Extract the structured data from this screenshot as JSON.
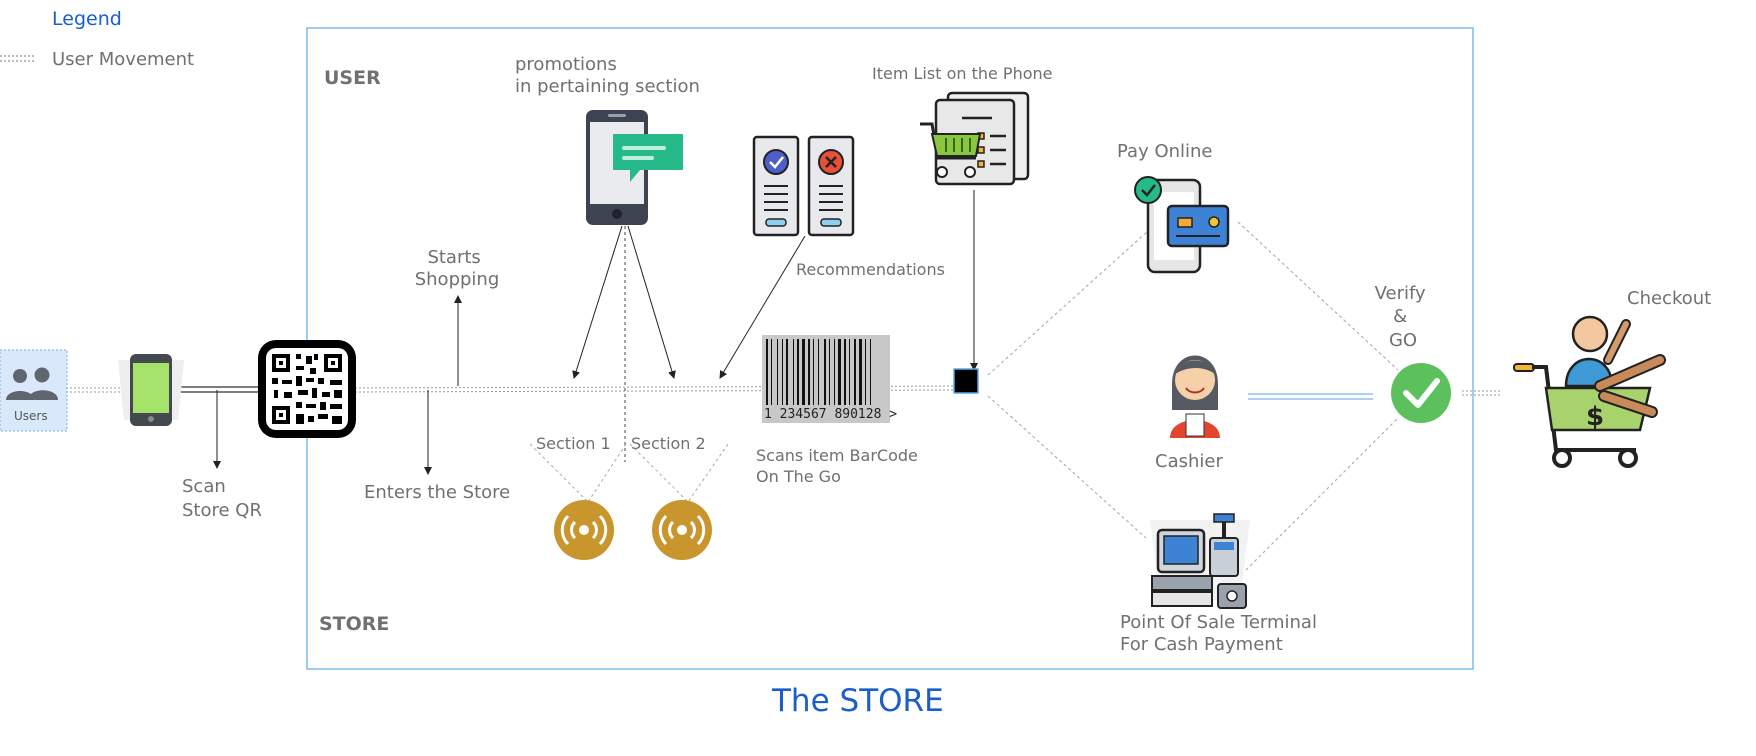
{
  "legend": {
    "title": "Legend",
    "user_movement": "User Movement"
  },
  "store": {
    "title": "The STORE",
    "zone_user": "USER",
    "zone_store": "STORE"
  },
  "actors": {
    "users_caption": "Users"
  },
  "steps": {
    "scan_qr": [
      "Scan",
      "Store QR"
    ],
    "enters_store": "Enters the Store",
    "starts_shopping": [
      "Starts",
      "Shopping"
    ],
    "promotions": [
      "promotions",
      "in pertaining section"
    ],
    "recommendations": "Recommendations",
    "item_list": "Item List on the Phone",
    "section_1": "Section 1",
    "section_2": "Section 2",
    "scans_barcode": [
      "Scans item BarCode",
      "On The Go"
    ],
    "barcode_digits": "1 234567 890128 >",
    "pay_online": "Pay Online",
    "cashier": "Cashier",
    "pos_terminal": [
      "Point Of Sale Terminal",
      "For Cash Payment"
    ],
    "verify": [
      "Verify",
      "&",
      "GO"
    ],
    "checkout": "Checkout"
  },
  "colors": {
    "frame": "#5aa9e6",
    "title_blue": "#1a5fc9",
    "text_gray": "#707070",
    "beacon_gold": "#c9962e",
    "verify_green": "#5cc05c",
    "chat_teal": "#26b98a",
    "phone_screen": "#a6e36b"
  },
  "icons": [
    "users-icon",
    "phone-icon",
    "qr-code-icon",
    "promo-phone-icon",
    "recommendation-docs-icon",
    "item-list-icon",
    "barcode-icon",
    "beacon-icon",
    "pay-online-icon",
    "cashier-icon",
    "pos-terminal-icon",
    "verify-check-icon",
    "checkout-cart-icon"
  ]
}
